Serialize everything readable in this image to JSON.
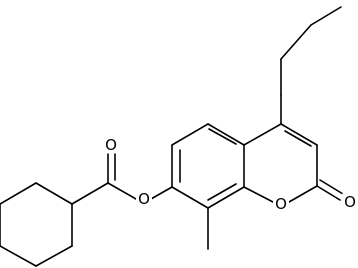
{
  "diagram_type": "chemical-structure",
  "colors": {
    "bond": "#000000",
    "label": "#000000",
    "background": "#ffffff"
  },
  "atom_labels": {
    "ester_carbonyl_oxygen": "O",
    "ester_oxygen": "O",
    "ring_oxygen": "O",
    "lactone_carbonyl_oxygen": "O"
  }
}
